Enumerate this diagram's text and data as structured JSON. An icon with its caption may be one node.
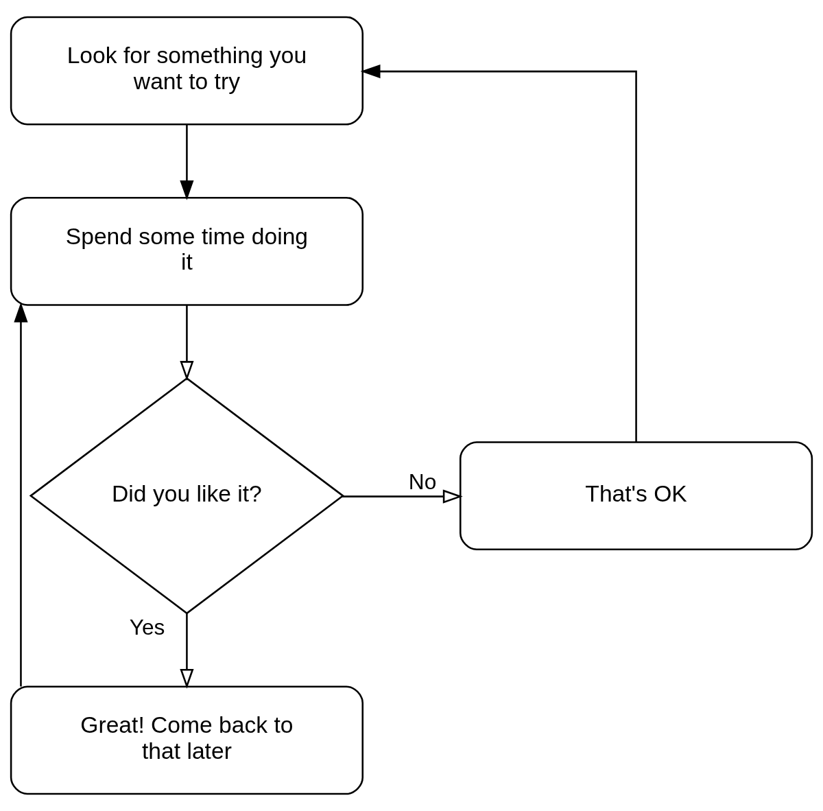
{
  "diagram": {
    "nodes": [
      {
        "text": [
          "Look for something you want to try"
        ]
      },
      {
        "text": [
          "Spend some time doing it"
        ]
      },
      {
        "text": [
          "Did you like it?"
        ]
      },
      {
        "text": [
          "That's OK"
        ]
      },
      {
        "text": [
          "Great! Come back to that later"
        ]
      }
    ],
    "edges": [
      {
        "from": 0,
        "to": 1,
        "arrow": "to"
      },
      {
        "from": 1,
        "to": 2,
        "arrow": "to"
      },
      {
        "from": 2,
        "to": 3,
        "arrow": "to",
        "label": "No"
      },
      {
        "from": 2,
        "to": 4,
        "arrow": "to",
        "label": "Yes"
      },
      {
        "from": 3,
        "to": 0,
        "arrow": "to"
      },
      {
        "from": 4,
        "to": 1,
        "arrow": "to"
      }
    ]
  }
}
